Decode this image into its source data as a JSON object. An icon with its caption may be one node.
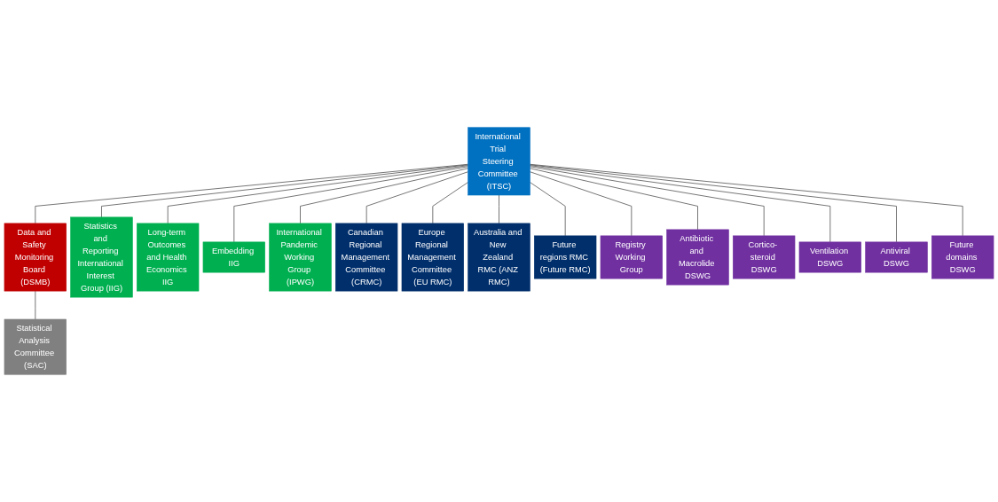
{
  "diagram": {
    "nodes": [
      {
        "text": [
          "International Trial Steering Committee (ITSC)"
        ]
      },
      {
        "text": [
          "Statistical Analysis Committee (SAC)"
        ]
      },
      {
        "text": [
          "Data and Safety Monitoring Board (DSMB)"
        ]
      },
      {
        "text": [
          "Statistics and Reporting International Interest Group (IIG)"
        ]
      },
      {
        "text": [
          "Long-term Outcomes and Health Economics IIG"
        ]
      },
      {
        "text": [
          "Embedding IIG"
        ]
      },
      {
        "text": [
          "International Pandemic Working Group (IPWG)"
        ]
      },
      {
        "text": [
          "Canadian Regional Management Committee (CRMC)"
        ]
      },
      {
        "text": [
          "Europe Regional Management Committee (EU RMC)"
        ]
      },
      {
        "text": [
          "Australia and New Zealand RMC (ANZ RMC)"
        ]
      },
      {
        "text": [
          "Future regions RMC (Future RMC)"
        ]
      },
      {
        "text": [
          "Registry Working Group"
        ]
      },
      {
        "text": [
          "Antibiotic and Macrolide DSWG"
        ]
      },
      {
        "text": [
          "Cortico- steroid DSWG"
        ]
      },
      {
        "text": [
          "Ventilation DSWG"
        ]
      },
      {
        "text": [
          "Antiviral DSWG"
        ]
      },
      {
        "text": [
          "Future domains DSWG"
        ]
      }
    ],
    "edges": [
      {
        "from": 0,
        "to": 2,
        "arrow": "none"
      },
      {
        "from": 2,
        "to": 1,
        "arrow": "none"
      },
      {
        "from": 0,
        "to": 3,
        "arrow": "none"
      },
      {
        "from": 0,
        "to": 4,
        "arrow": "none"
      },
      {
        "from": 0,
        "to": 5,
        "arrow": "none"
      },
      {
        "from": 0,
        "to": 6,
        "arrow": "none"
      },
      {
        "from": 0,
        "to": 7,
        "arrow": "none"
      },
      {
        "from": 0,
        "to": 8,
        "arrow": "none"
      },
      {
        "from": 0,
        "to": 9,
        "arrow": "none"
      },
      {
        "from": 0,
        "to": 10,
        "arrow": "none"
      },
      {
        "from": 0,
        "to": 11,
        "arrow": "none"
      },
      {
        "from": 0,
        "to": 12,
        "arrow": "none"
      },
      {
        "from": 0,
        "to": 13,
        "arrow": "none"
      },
      {
        "from": 0,
        "to": 14,
        "arrow": "none"
      },
      {
        "from": 0,
        "to": 15,
        "arrow": "none"
      },
      {
        "from": 0,
        "to": 16,
        "arrow": "none"
      }
    ]
  }
}
